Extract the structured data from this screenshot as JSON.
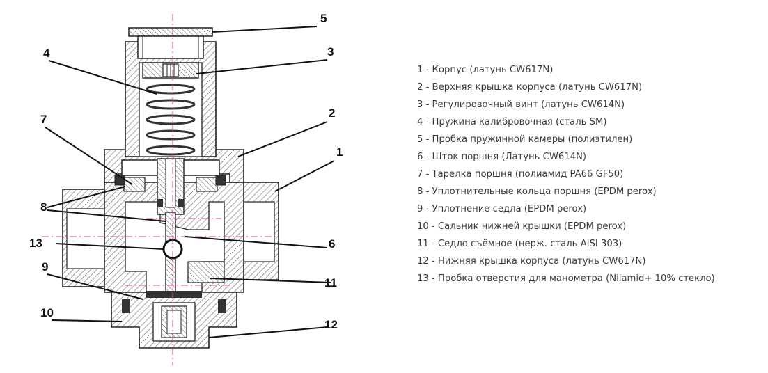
{
  "callouts": {
    "c1": "1",
    "c2": "2",
    "c3": "3",
    "c4": "4",
    "c5": "5",
    "c6": "6",
    "c7": "7",
    "c8": "8",
    "c9": "9",
    "c10": "10",
    "c11": "11",
    "c12": "12",
    "c13": "13"
  },
  "legend": [
    "1 - Корпус (латунь CW617N)",
    "2 - Верхняя крышка корпуса (латунь CW617N)",
    "3 - Регулировочный винт (латунь CW614N)",
    "4 - Пружина калибровочная (сталь SM)",
    "5 - Пробка пружинной камеры (полиэтилен)",
    "6 - Шток поршня (Латунь CW614N)",
    "7 - Тарелка поршня (полиамид PA66 GF50)",
    "8 - Уплотнительные кольца поршня (EPDM perox)",
    "9 - Уплотнение седла (EPDM perox)",
    "10 - Сальник нижней крышки (EPDM perox)",
    "11 - Седло съёмное (нерж. сталь AISI 303)",
    "12 - Нижняя крышка корпуса (латунь CW617N)",
    "13 - Пробка отверстия для манометра (Nilamid+ 10% стекло)"
  ]
}
